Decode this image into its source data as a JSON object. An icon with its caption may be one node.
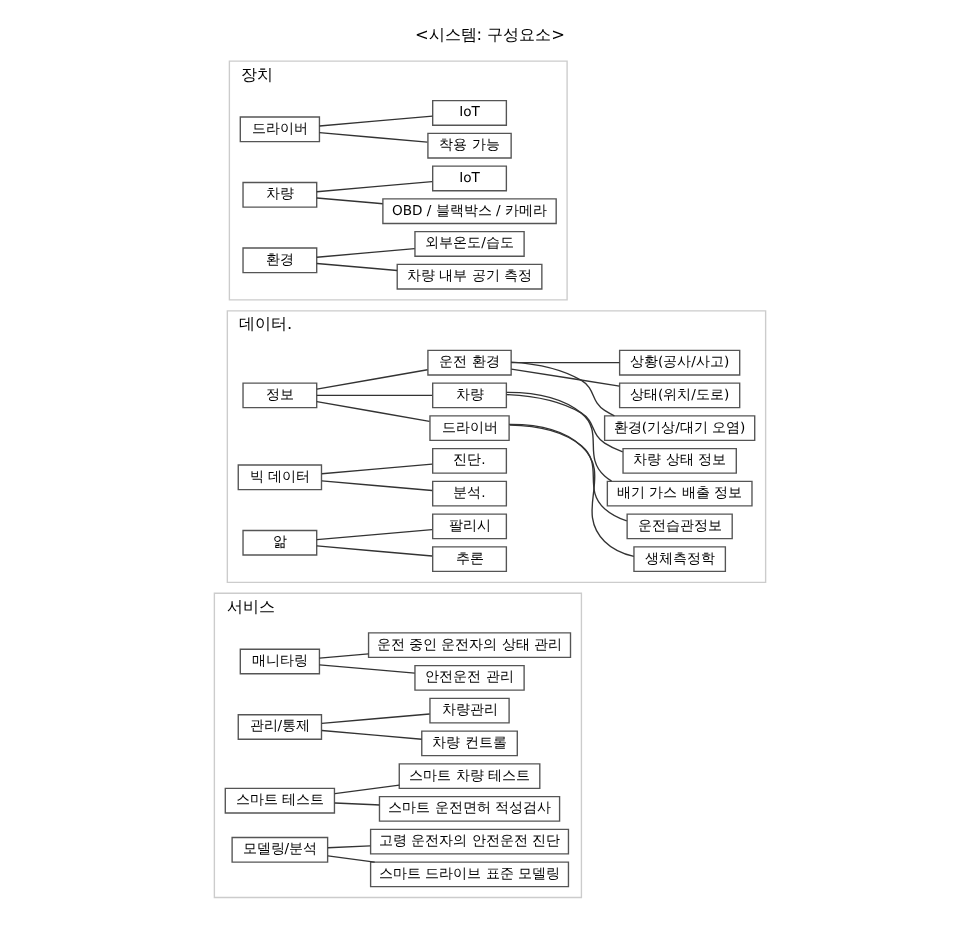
{
  "diagram": {
    "title": "<시스템: 구성요소>",
    "nodes": [
      {
        "text": [
          "서비스"
        ]
      },
      {
        "text": [
          "매니타링"
        ],
        "in": 0
      },
      {
        "text": [
          "안전운전 관리"
        ],
        "in": 0
      },
      {
        "text": [
          "운전 중인 운전자의 상태 관리"
        ],
        "in": 0
      },
      {
        "text": [
          "관리/통제"
        ],
        "in": 0
      },
      {
        "text": [
          "차량 컨트롤"
        ],
        "in": 0
      },
      {
        "text": [
          "차량관리"
        ],
        "in": 0
      },
      {
        "text": [
          "스마트 테스트"
        ],
        "in": 0
      },
      {
        "text": [
          "스마트 운전면허 적성검사"
        ],
        "in": 0
      },
      {
        "text": [
          "스마트 차량 테스트"
        ],
        "in": 0
      },
      {
        "text": [
          "모델링/분석"
        ],
        "in": 0
      },
      {
        "text": [
          "스마트 드라이브 표준 모델링"
        ],
        "in": 0
      },
      {
        "text": [
          "고령 운전자의 안전운전 진단"
        ],
        "in": 0
      },
      {
        "text": [
          "데이터."
        ]
      },
      {
        "text": [
          "정보"
        ],
        "in": 13
      },
      {
        "text": [
          "드라이버"
        ],
        "in": 13
      },
      {
        "text": [
          "차량"
        ],
        "in": 13
      },
      {
        "text": [
          "운전 환경"
        ],
        "in": 13
      },
      {
        "text": [
          "빅 데이터"
        ],
        "in": 13
      },
      {
        "text": [
          "분석."
        ],
        "in": 13
      },
      {
        "text": [
          "진단."
        ],
        "in": 13
      },
      {
        "text": [
          "앎"
        ],
        "in": 13
      },
      {
        "text": [
          "추론"
        ],
        "in": 13
      },
      {
        "text": [
          "팔리시"
        ],
        "in": 13
      },
      {
        "text": [
          "생체측정학"
        ],
        "in": 13
      },
      {
        "text": [
          "운전습관정보"
        ],
        "in": 13
      },
      {
        "text": [
          "배기 가스 배출 정보"
        ],
        "in": 13
      },
      {
        "text": [
          "차량 상태 정보"
        ],
        "in": 13
      },
      {
        "text": [
          "환경(기상/대기 오염)"
        ],
        "in": 13
      },
      {
        "text": [
          "상태(위치/도로)"
        ],
        "in": 13
      },
      {
        "text": [
          "상황(공사/사고)"
        ],
        "in": 13
      },
      {
        "text": [
          "장치"
        ]
      },
      {
        "text": [
          "드라이버"
        ],
        "in": 31
      },
      {
        "text": [
          "착용 가능"
        ],
        "in": 31
      },
      {
        "text": [
          "IoT"
        ],
        "in": 31
      },
      {
        "text": [
          "차량"
        ],
        "in": 31
      },
      {
        "text": [
          "OBD / 블랙박스 / 카메라"
        ],
        "in": 31
      },
      {
        "text": [
          "IoT"
        ],
        "in": 31
      },
      {
        "text": [
          "환경"
        ],
        "in": 31
      },
      {
        "text": [
          "차량 내부 공기 측정"
        ],
        "in": 31
      },
      {
        "text": [
          "외부온도/습도"
        ],
        "in": 31
      }
    ],
    "edges": [
      {
        "from": 1,
        "to": 2,
        "arrow": "none"
      },
      {
        "from": 1,
        "to": 3,
        "arrow": "none"
      },
      {
        "from": 4,
        "to": 5,
        "arrow": "none"
      },
      {
        "from": 4,
        "to": 6,
        "arrow": "none"
      },
      {
        "from": 7,
        "to": 8,
        "arrow": "none"
      },
      {
        "from": 7,
        "to": 9,
        "arrow": "none"
      },
      {
        "from": 10,
        "to": 11,
        "arrow": "none"
      },
      {
        "from": 10,
        "to": 12,
        "arrow": "none"
      },
      {
        "from": 14,
        "to": 15,
        "arrow": "none"
      },
      {
        "from": 14,
        "to": 16,
        "arrow": "none"
      },
      {
        "from": 14,
        "to": 17,
        "arrow": "none"
      },
      {
        "from": 18,
        "to": 19,
        "arrow": "none"
      },
      {
        "from": 18,
        "to": 20,
        "arrow": "none"
      },
      {
        "from": 21,
        "to": 22,
        "arrow": "none"
      },
      {
        "from": 21,
        "to": 23,
        "arrow": "none"
      },
      {
        "from": 15,
        "to": 24,
        "arrow": "none"
      },
      {
        "from": 15,
        "to": 25,
        "arrow": "none"
      },
      {
        "from": 16,
        "to": 26,
        "arrow": "none"
      },
      {
        "from": 16,
        "to": 27,
        "arrow": "none"
      },
      {
        "from": 17,
        "to": 28,
        "arrow": "none"
      },
      {
        "from": 17,
        "to": 29,
        "arrow": "none"
      },
      {
        "from": 17,
        "to": 30,
        "arrow": "none"
      },
      {
        "from": 32,
        "to": 33,
        "arrow": "none"
      },
      {
        "from": 32,
        "to": 34,
        "arrow": "none"
      },
      {
        "from": 35,
        "to": 36,
        "arrow": "none"
      },
      {
        "from": 35,
        "to": 37,
        "arrow": "none"
      },
      {
        "from": 38,
        "to": 39,
        "arrow": "none"
      },
      {
        "from": 38,
        "to": 40,
        "arrow": "none"
      }
    ]
  }
}
